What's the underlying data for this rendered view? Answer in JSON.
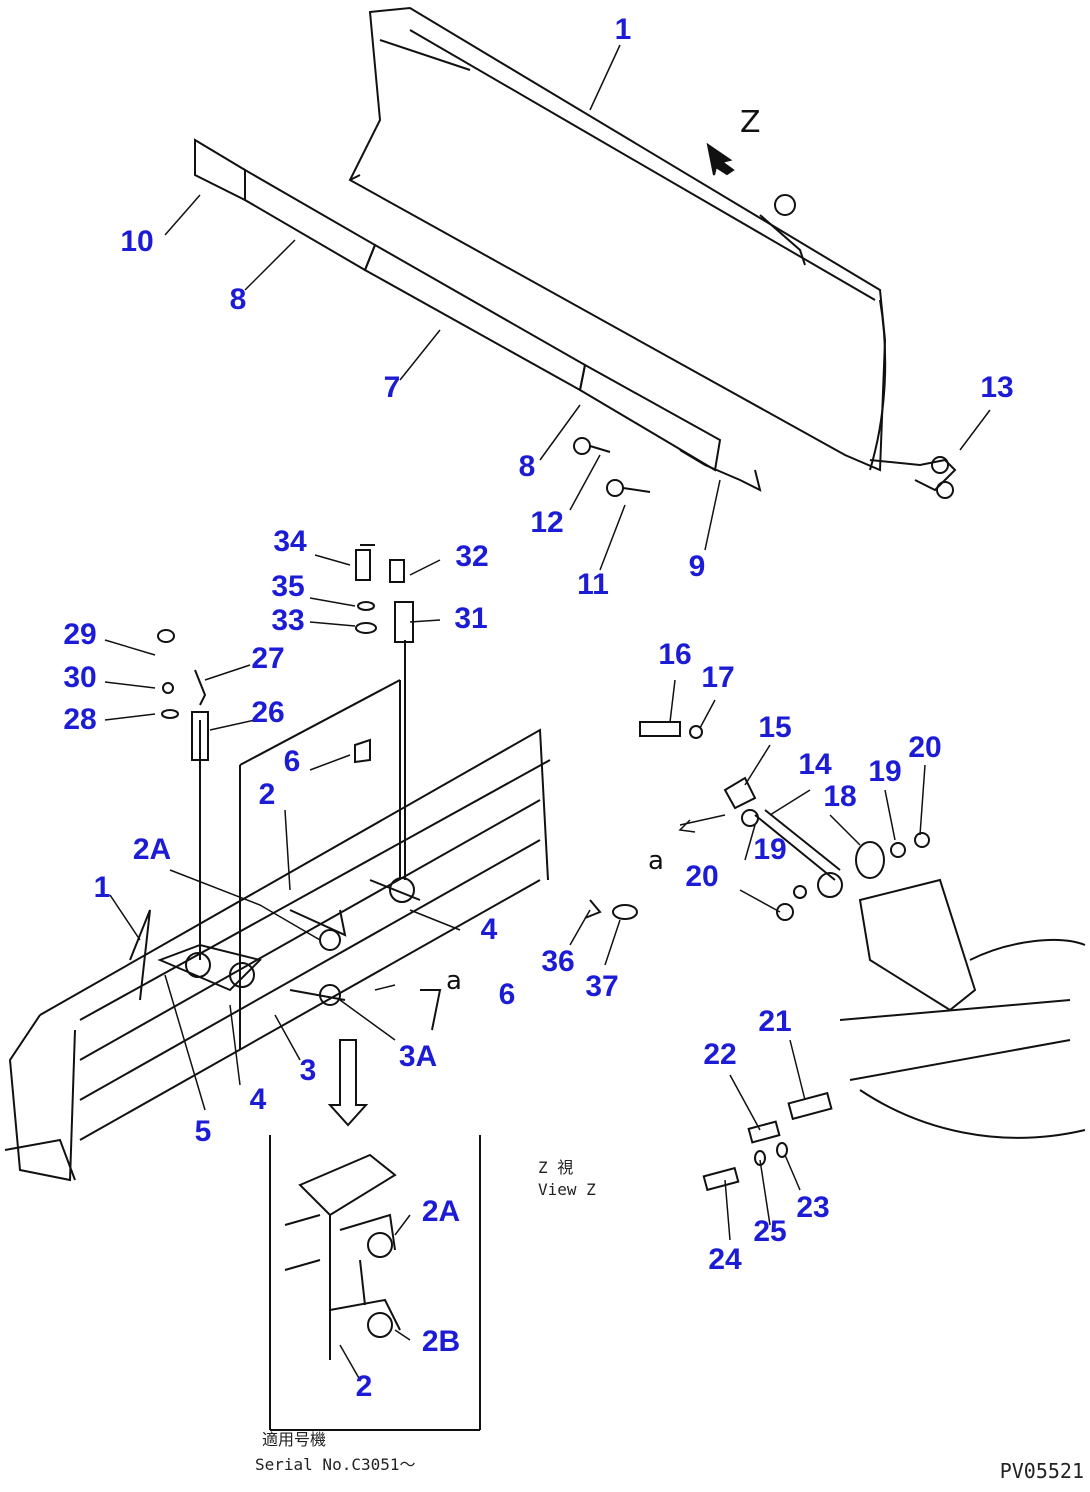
{
  "diagram": {
    "drawing_number": "PV05521",
    "view_label_z": "Z",
    "arrow_label_a": "a",
    "view_note_jp": "Z 視",
    "view_note_en": "View Z",
    "serial_note_jp": "適用号機",
    "serial_note_en": "Serial No.C3051～",
    "callouts": [
      "1",
      "10",
      "8",
      "7",
      "8",
      "12",
      "11",
      "9",
      "13",
      "34",
      "32",
      "35",
      "33",
      "31",
      "29",
      "27",
      "30",
      "26",
      "28",
      "6",
      "2",
      "2A",
      "1",
      "4",
      "6",
      "36",
      "37",
      "4",
      "5",
      "3",
      "3A",
      "16",
      "17",
      "15",
      "14",
      "18",
      "19",
      "20",
      "19",
      "20",
      "21",
      "22",
      "23",
      "24",
      "25",
      "2A",
      "2B",
      "2"
    ]
  }
}
